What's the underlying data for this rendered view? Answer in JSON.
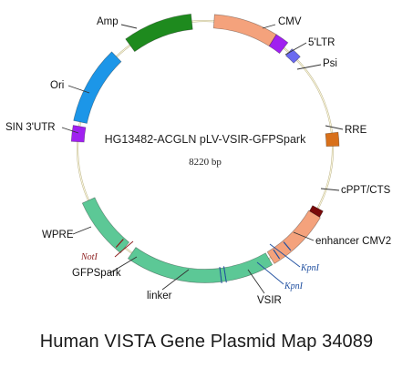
{
  "plasmid": {
    "name": "HG13482-ACGLN pLV-VSIR-GFPSpark",
    "size": "8220 bp"
  },
  "caption": "Human VISTA Gene Plasmid Map 34089",
  "features": [
    {
      "id": "amp",
      "label": "Amp",
      "color": "#1e8a1e"
    },
    {
      "id": "cmv",
      "label": "CMV",
      "color": "#f4a27c"
    },
    {
      "id": "ltr5",
      "label": "5'LTR",
      "color": "#a020f0"
    },
    {
      "id": "psi",
      "label": "Psi",
      "color": "#6a6af0"
    },
    {
      "id": "rre",
      "label": "RRE",
      "color": "#d8701a"
    },
    {
      "id": "cppt",
      "label": "cPPT/CTS",
      "color": "#7a0a0a"
    },
    {
      "id": "enh",
      "label": "enhancer CMV2",
      "color": "#f4a27c"
    },
    {
      "id": "vsir",
      "label": "VSIR",
      "color": "#5cc896"
    },
    {
      "id": "linker",
      "label": "linker",
      "color": "#5cc896"
    },
    {
      "id": "gfp",
      "label": "GFPSpark",
      "color": "#5cc896"
    },
    {
      "id": "wpre",
      "label": "WPRE",
      "color": "#5cc896"
    },
    {
      "id": "sin",
      "label": "SIN 3'UTR",
      "color": "#a020f0"
    },
    {
      "id": "ori",
      "label": "Ori",
      "color": "#1c96e8"
    }
  ],
  "sites": [
    {
      "id": "not1",
      "label": "NotI",
      "color": "#8b1a1a"
    },
    {
      "id": "kpn1a",
      "label": "KpnI",
      "color": "#1f4fa0"
    },
    {
      "id": "kpn1b",
      "label": "KpnI",
      "color": "#1f4fa0"
    }
  ]
}
